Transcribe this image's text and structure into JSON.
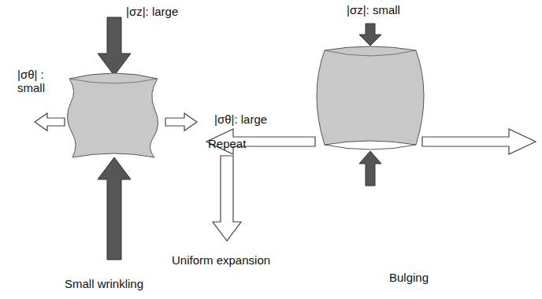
{
  "diagram": {
    "labels": [
      "|σz|: large",
      "|σθ| : small",
      "Small wrinkling",
      "Repeat",
      "Uniform expansion",
      "|σz|: small",
      "|σθ|: large",
      "Bulging"
    ]
  }
}
